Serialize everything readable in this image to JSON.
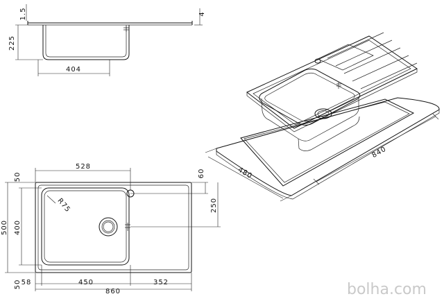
{
  "dimensions": {
    "side_15": "1.5",
    "side_225": "225",
    "side_4": "4",
    "side_404": "404",
    "top_528": "528",
    "top_50": "50",
    "top_60": "60",
    "top_500": "500",
    "top_400": "400",
    "top_250": "250",
    "top_r75": "R75",
    "top_50b": "50",
    "top_58": "58",
    "top_450": "450",
    "top_860": "860",
    "top_352": "352",
    "iso_480": "480",
    "iso_840": "840"
  },
  "watermark": "bolha.com"
}
